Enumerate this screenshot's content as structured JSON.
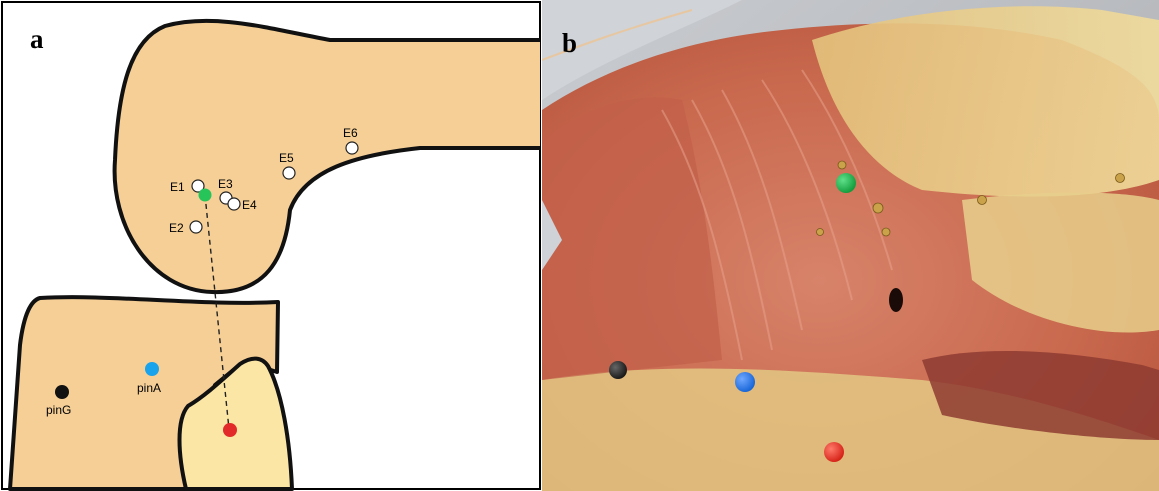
{
  "panel_a": {
    "letter": "a",
    "colors": {
      "bone": "#f5cf96",
      "bone_light": "#fbe6a6",
      "outline": "#111111"
    },
    "points": [
      {
        "label": "E1"
      },
      {
        "label": "E2"
      },
      {
        "label": "E3"
      },
      {
        "label": "E4"
      },
      {
        "label": "E5"
      },
      {
        "label": "E6"
      },
      {
        "label": "pinA",
        "color": "#19a3ec"
      },
      {
        "label": "pinG",
        "color": "#111111"
      }
    ],
    "markers": {
      "green": "#27c45a",
      "red": "#e32a2a"
    }
  },
  "panel_b": {
    "letter": "b",
    "pins": {
      "green": "#0f9a3a",
      "blue": "#1463d6",
      "black": "#151515",
      "red": "#d41f14"
    }
  }
}
